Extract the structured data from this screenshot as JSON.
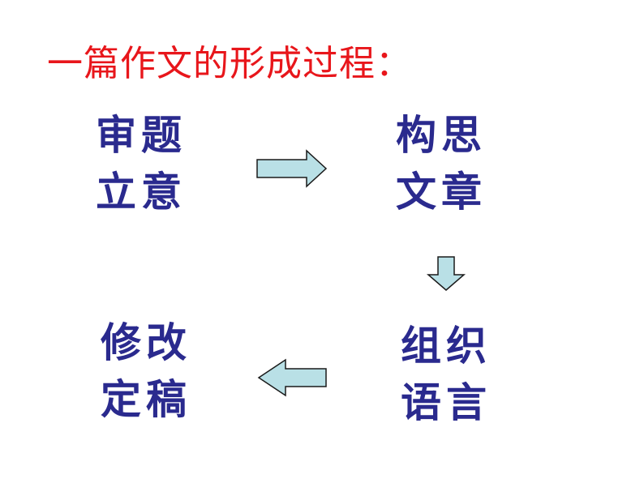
{
  "title": "一篇作文的形成过程：",
  "colors": {
    "title": "#e8161b",
    "node_text": "#2a2a8e",
    "arrow_fill": "#b9e0e6",
    "arrow_stroke": "#1a1a1a"
  },
  "steps": [
    {
      "line1": "审题",
      "line2": "立意"
    },
    {
      "line1": "构思",
      "line2": "文章"
    },
    {
      "line1": "组织",
      "line2": "语言"
    },
    {
      "line1": "修改",
      "line2": "定稿"
    }
  ],
  "arrows": [
    {
      "direction": "right",
      "from": "审题立意",
      "to": "构思文章"
    },
    {
      "direction": "down",
      "from": "构思文章",
      "to": "组织语言"
    },
    {
      "direction": "left",
      "from": "组织语言",
      "to": "修改定稿"
    }
  ]
}
